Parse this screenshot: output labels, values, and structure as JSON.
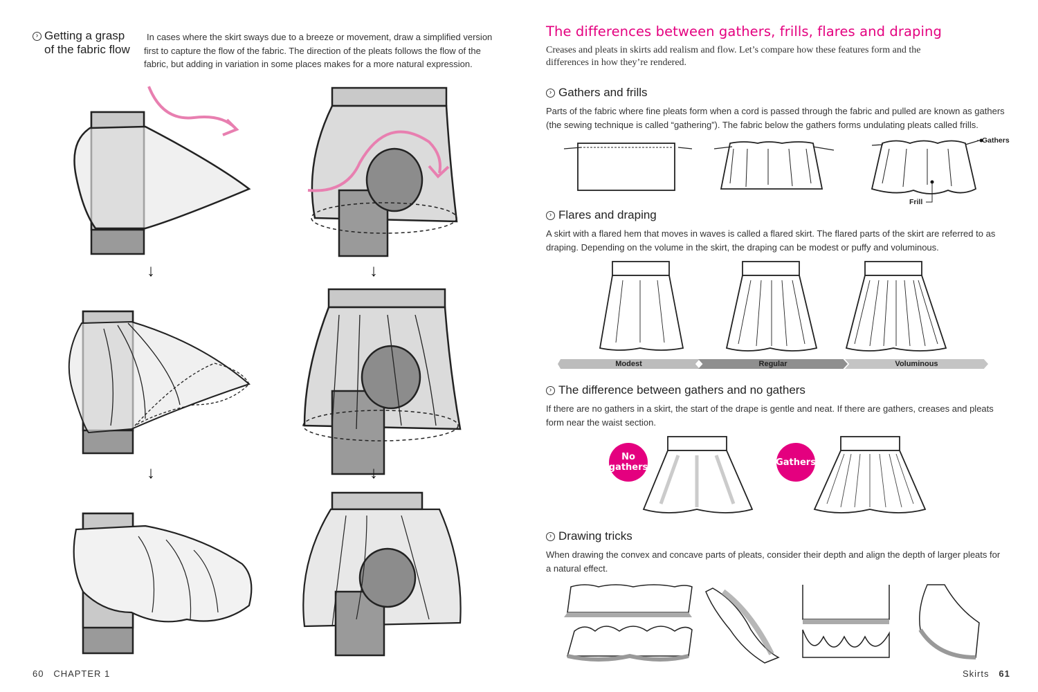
{
  "left_page": {
    "heading_line1": "Getting a grasp",
    "heading_line2": "of the fabric flow",
    "intro_line1": "In cases where the skirt sways due to a breeze or movement, draw a simplified version",
    "intro_line2": "first to capture the flow of the fabric. The direction of the pleats follows the flow of the",
    "intro_line3": "fabric, but adding in variation in some places makes for a more natural expression.",
    "arrow": "↓",
    "page_number": "60",
    "chapter": "CHAPTER 1"
  },
  "right_page": {
    "title": "The differences between gathers, frills, flares and draping",
    "intro_line1": "Creases and pleats in skirts add realism and flow. Let’s compare how these features form and the",
    "intro_line2": "differences in how they’re rendered.",
    "gathers": {
      "heading": "Gathers and frills",
      "line1": "Parts of the fabric where fine pleats form when a cord is passed through the fabric and pulled are known as gathers",
      "line2": "(the sewing technique is called “gathering”). The fabric below the gathers forms undulating pleats called frills.",
      "label_gathers": "Gathers",
      "label_frill": "Frill"
    },
    "flares": {
      "heading": "Flares and draping",
      "line1": "A skirt with a flared hem that moves in waves is called a flared skirt. The flared parts of the skirt are referred to as",
      "line2": "draping. Depending on the volume in the skirt, the draping can be modest or puffy and voluminous.",
      "scale": [
        "Modest",
        "Regular",
        "Voluminous"
      ]
    },
    "difference": {
      "heading": "The difference between gathers and no gathers",
      "line1": "If there are no gathers in a skirt, the start of the drape is gentle and neat. If there are gathers, creases and pleats",
      "line2": "form near the waist section.",
      "badge_no_line1": "No",
      "badge_no_line2": "gathers",
      "badge_yes": "Gathers"
    },
    "tricks": {
      "heading": "Drawing tricks",
      "line1": "When drawing the convex and concave parts of pleats, consider their depth and align the depth of larger pleats for",
      "line2": "a natural effect."
    },
    "footer_label": "Skirts",
    "page_number": "61",
    "accent_color": "#e4007f"
  }
}
